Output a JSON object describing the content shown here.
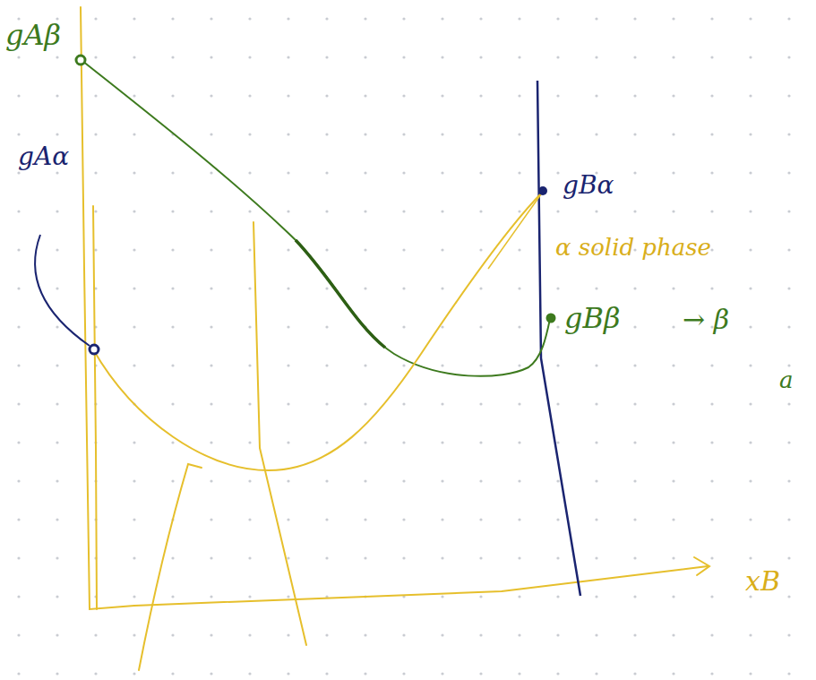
{
  "diagram": {
    "labels": [
      "gAβ",
      "gAα",
      "gBα",
      "α solid phase",
      "gBβ",
      "→ β",
      "a",
      "xB"
    ]
  }
}
